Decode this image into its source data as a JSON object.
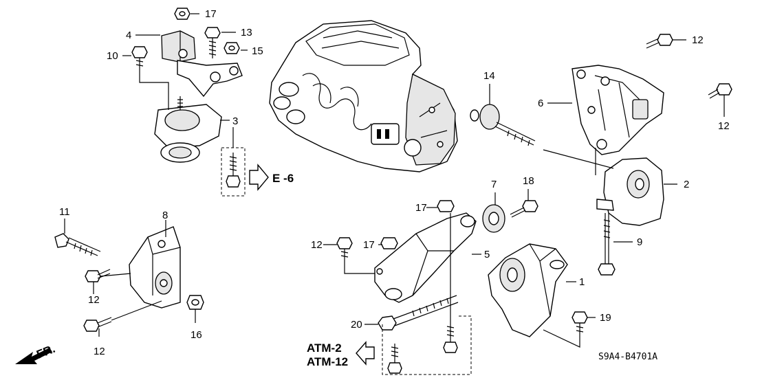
{
  "diagram": {
    "callouts": [
      {
        "id": "c1",
        "label": "1"
      },
      {
        "id": "c2",
        "label": "2"
      },
      {
        "id": "c3",
        "label": "3"
      },
      {
        "id": "c4",
        "label": "4"
      },
      {
        "id": "c5",
        "label": "5"
      },
      {
        "id": "c6",
        "label": "6"
      },
      {
        "id": "c7",
        "label": "7"
      },
      {
        "id": "c8",
        "label": "8"
      },
      {
        "id": "c9",
        "label": "9"
      },
      {
        "id": "c10",
        "label": "10"
      },
      {
        "id": "c11",
        "label": "11"
      },
      {
        "id": "c12a",
        "label": "12"
      },
      {
        "id": "c12b",
        "label": "12"
      },
      {
        "id": "c12c",
        "label": "12"
      },
      {
        "id": "c12d",
        "label": "12"
      },
      {
        "id": "c12e",
        "label": "12"
      },
      {
        "id": "c13",
        "label": "13"
      },
      {
        "id": "c14",
        "label": "14"
      },
      {
        "id": "c15",
        "label": "15"
      },
      {
        "id": "c16",
        "label": "16"
      },
      {
        "id": "c17a",
        "label": "17"
      },
      {
        "id": "c17b",
        "label": "17"
      },
      {
        "id": "c17c",
        "label": "17"
      },
      {
        "id": "c18",
        "label": "18"
      },
      {
        "id": "c19",
        "label": "19"
      },
      {
        "id": "c20",
        "label": "20"
      }
    ],
    "refs": {
      "e6": "E -6",
      "atm2": "ATM-2",
      "atm12": "ATM-12",
      "front": "FR."
    },
    "part_code": "S9A4-B4701A"
  }
}
